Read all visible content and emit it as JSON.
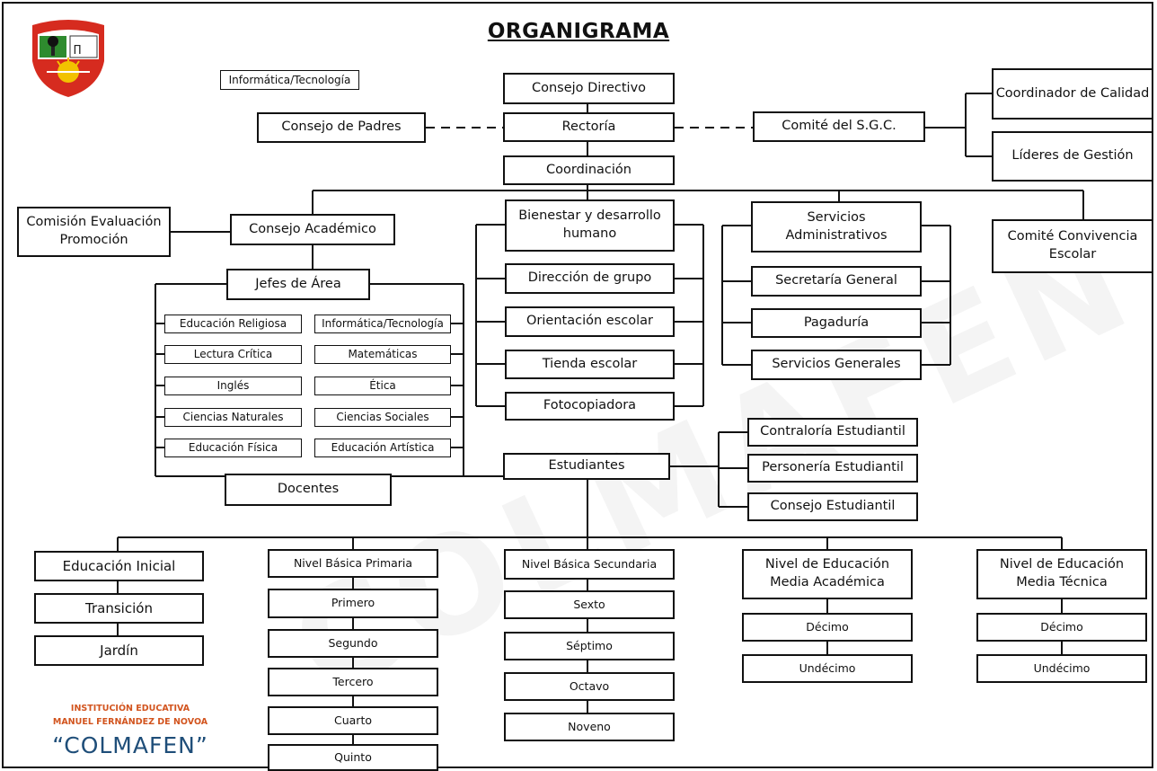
{
  "title": "ORGANIGRAMA",
  "logo_icon": "school-crest-logo",
  "legend_box": "Informática/Tecnología",
  "top": {
    "consejo_directivo": "Consejo Directivo",
    "rectoria": "Rectoría",
    "consejo_padres": "Consejo de Padres",
    "comite_sgc": "Comité del S.G.C.",
    "coordinador_calidad": "Coordinador de Calidad",
    "lideres_gestion": "Líderes de Gestión",
    "coordinacion": "Coordinación"
  },
  "academic": {
    "comision": "Comisión Evaluación Promoción",
    "consejo_academico": "Consejo Académico",
    "jefes_area": "Jefes de Área",
    "areas_left": [
      "Educación Religiosa",
      "Lectura Crítica",
      "Inglés",
      "Ciencias Naturales",
      "Educación Física"
    ],
    "areas_right": [
      "Informática/Tecnología",
      "Matemáticas",
      "Ética",
      "Ciencias Sociales",
      "Educación Artística"
    ],
    "docentes": "Docentes"
  },
  "bienestar": {
    "header": "Bienestar y desarrollo humano",
    "items": [
      "Dirección de grupo",
      "Orientación escolar",
      "Tienda escolar",
      "Fotocopiadora"
    ]
  },
  "servicios": {
    "header": "Servicios Administrativos",
    "items": [
      "Secretaría General",
      "Pagaduría",
      "Servicios Generales"
    ]
  },
  "comite_convivencia": "Comité Convivencia Escolar",
  "estudiantes": {
    "label": "Estudiantes",
    "bodies": [
      "Contraloría Estudiantil",
      "Personería Estudiantil",
      "Consejo Estudiantil"
    ]
  },
  "levels": {
    "inicial": {
      "header": "Educación Inicial",
      "grades": [
        "Transición",
        "Jardín"
      ]
    },
    "primaria": {
      "header": "Nivel Básica Primaria",
      "grades": [
        "Primero",
        "Segundo",
        "Tercero",
        "Cuarto",
        "Quinto"
      ]
    },
    "secundaria": {
      "header": "Nivel Básica Secundaria",
      "grades": [
        "Sexto",
        "Séptimo",
        "Octavo",
        "Noveno"
      ]
    },
    "media_academica": {
      "header": "Nivel de Educación Media Académica",
      "grades": [
        "Décimo",
        "Undécimo"
      ]
    },
    "media_tecnica": {
      "header": "Nivel de Educación Media Técnica",
      "grades": [
        "Décimo",
        "Undécimo"
      ]
    }
  },
  "footer": {
    "line1": "INSTITUCIÓN EDUCATIVA",
    "line2": "MANUEL FERNÁNDEZ DE NOVOA",
    "line3": "“COLMAFEN”"
  },
  "watermark": "COLMAFEN",
  "colors": {
    "footer_orange": "#d2541e",
    "footer_blue": "#1f4e79",
    "logo_red": "#d62b1f",
    "logo_green": "#2e8b2e",
    "logo_yellow": "#f2c200"
  }
}
